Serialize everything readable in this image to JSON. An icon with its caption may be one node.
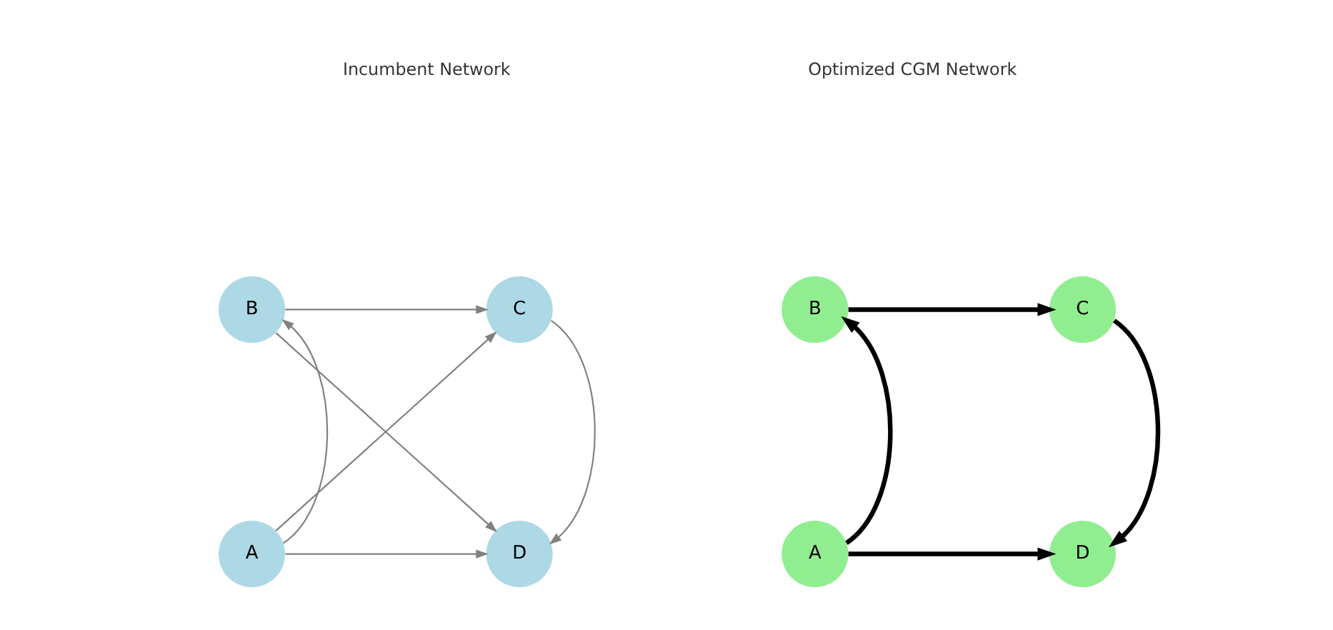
{
  "diagram": {
    "nodes": [
      {
        "text": [
          "A"
        ]
      },
      {
        "text": [
          "B"
        ]
      },
      {
        "text": [
          "C"
        ]
      },
      {
        "text": [
          "D"
        ]
      },
      {
        "text": [
          "A"
        ]
      },
      {
        "text": [
          "B"
        ]
      },
      {
        "text": [
          "C"
        ]
      },
      {
        "text": [
          "D"
        ]
      }
    ],
    "edges": [
      {
        "from": 0,
        "to": 1,
        "arrow": "to"
      },
      {
        "from": 0,
        "to": 2,
        "arrow": "to"
      },
      {
        "from": 0,
        "to": 3,
        "arrow": "to"
      },
      {
        "from": 1,
        "to": 2,
        "arrow": "to"
      },
      {
        "from": 1,
        "to": 3,
        "arrow": "to"
      },
      {
        "from": 2,
        "to": 3,
        "arrow": "to"
      },
      {
        "from": 4,
        "to": 5,
        "arrow": "to",
        "style": "thick",
        "color": "#000000"
      },
      {
        "from": 5,
        "to": 6,
        "arrow": "to",
        "style": "thick",
        "color": "#000000"
      },
      {
        "from": 6,
        "to": 7,
        "arrow": "to",
        "style": "thick",
        "color": "#000000"
      },
      {
        "from": 4,
        "to": 7,
        "arrow": "to",
        "style": "thick",
        "color": "#000000"
      }
    ],
    "labels": [
      "Incumbent Network",
      "Optimized CGM Network"
    ]
  }
}
